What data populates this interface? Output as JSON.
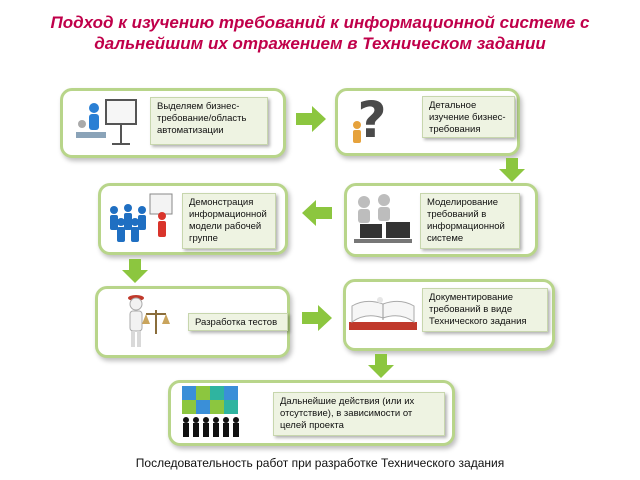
{
  "title": "Подход к изучению требований к информационной системе с дальнейшим их отражением в Техническом задании",
  "steps": [
    {
      "label": "Выделяем бизнес-\nтребование/область\nавтоматизации",
      "icon": "presentation-board-icon"
    },
    {
      "label": "Детальное\nизучение бизнес-\nтребования",
      "icon": "question-mark-icon"
    },
    {
      "label": "Моделирование\nтребований в\nинформационной\nсистеме",
      "icon": "computer-operators-icon"
    },
    {
      "label": "Демонстрация\nинформационной\nмодели рабочей\nгруппе",
      "icon": "workgroup-meeting-icon"
    },
    {
      "label": "Разработка тестов",
      "icon": "scales-figure-icon"
    },
    {
      "label": "Документирование\nтребований в виде\nТехнического задания",
      "icon": "open-book-icon"
    },
    {
      "label": "Дальнейшие действия (или их\nотсутствие), в зависимости от\nцелей проекта",
      "icon": "puzzle-team-icon"
    }
  ],
  "caption": "Последовательность работ при разработке Технического задания",
  "colors": {
    "title": "#c0004a",
    "card_border": "#b8d58a",
    "arrow": "#8cc63f",
    "label_bg": "#eef3e2"
  }
}
